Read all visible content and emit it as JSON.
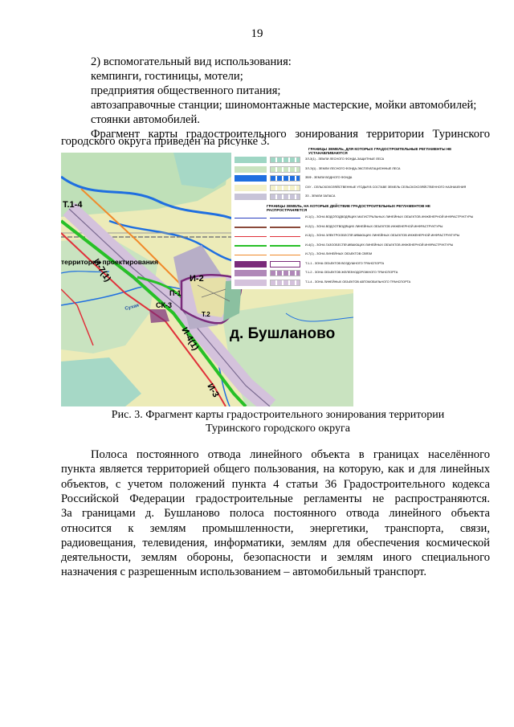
{
  "page_number": "19",
  "list_lines": [
    "2)  вспомогательный вид использования:",
    "кемпинги, гостиницы, мотели;",
    "предприятия общественного питания;",
    "автозаправочные станции; шиномонтажные мастерские, мойки автомобилей;",
    "стоянки автомобилей."
  ],
  "intro_lines": [
    "Фрагмент карты градостроительного зонирования территории Туринского",
    "городского округа приведен на рисунке 3."
  ],
  "figure": {
    "map_labels": {
      "t14": "Т.1-4",
      "i71": "И-7(1)",
      "territory": "территория проектирования",
      "i2": "И-2",
      "p1": "П-1",
      "sk": "СК-3",
      "t12": "Т.2",
      "i41": "И-4(1)",
      "i3": "И-3",
      "village": "д. Бушланово",
      "river": "Сухая"
    },
    "legend": {
      "header1": "ГРАНИЦЫ ЗЕМЕЛЬ, ДЛЯ КОТОРЫХ ГРАДОСТРОИТЕЛЬНЫЕ РЕГЛАМЕНТЫ НЕ УСТАНАВЛИВАЮТСЯ",
      "group1": [
        {
          "text": "ЗЛ-З(1) - ЗЕМЛИ ЛЕСНОГО ФОНДА-ЗАЩИТНЫЕ ЛЕСА",
          "color": "#9fd6c4"
        },
        {
          "text": "ЗЛ-Э(1) - ЗЕМЛИ ЛЕСНОГО ФОНДА-ЭКСПЛУАТАЦИОННЫЕ ЛЕСА",
          "color": "#c9e3c0"
        },
        {
          "text": "ЗВФ - ЗЕМЛИ ВОДНОГО ФОНДА",
          "color": "#1f6fe0"
        },
        {
          "text": "СХУ - СЕЛЬСКОХОЗЯЙСТВЕННЫЕ УГОДЬЯ В СОСТАВЕ ЗЕМЕЛЬ СЕЛЬСКОХОЗЯЙСТВЕННОГО НАЗНАЧЕНИЯ",
          "color": "#f4f1c8"
        },
        {
          "text": "ЗЗ - ЗЕМЛИ ЗАПАСА",
          "color": "#c8c4d8"
        }
      ],
      "header2": "ГРАНИЦЫ ЗЕМЕЛЬ, НА КОТОРЫЕ ДЕЙСТВИЕ ГРАДОСТРОИТЕЛЬНЫХ РЕГЛАМЕНТОВ НЕ РАСПРОСТРАНЯЕТСЯ",
      "group2": [
        {
          "text": "И-1(1) - ЗОНА ВОДОПОДВОДЯЩИХ МАГИСТРАЛЬНЫХ ЛИНЕЙНЫХ ОБЪЕКТОВ ИНЖЕНЕРНОЙ ИНФРАСТРУКТУРЫ",
          "color": "#2a3fbf"
        },
        {
          "text": "И-2(1) - ЗОНА ВОДООТВОДЯЩИХ ЛИНЕЙНЫХ ОБЪЕКТОВ ИНЖЕНЕРНОЙ ИНФРАСТРУКТУРЫ",
          "color": "#8b4a3a"
        },
        {
          "text": "И-3(1) - ЗОНА ЭЛЕКТРООБЕСПЕЧИВАЮЩИХ ЛИНЕЙНЫХ ОБЪЕКТОВ ИНЖЕНЕРНОЙ ИНФРАСТРУКТУРЫ",
          "color": "#e0303a"
        },
        {
          "text": "И-4(1) - ЗОНА ГАЗООБЕСПЕЧИВАЮЩИХ ЛИНЕЙНЫХ ОБЪЕКТОВ ИНЖЕНЕРНОЙ ИНФРАСТРУКТУРЫ",
          "color": "#27c027"
        },
        {
          "text": "И-7(1) - ЗОНА  ЛИНЕЙНЫХ ОБЪЕКТОВ СВЯЗИ",
          "color": "#f08a2a"
        },
        {
          "text": "Т.1-1 - ЗОНА ОБЪЕКТОВ ВОЗДУШНОГО ТРАНСПОРТА",
          "color": "#7a2a7a"
        },
        {
          "text": "Т.1-2 - ЗОНА ОБЪЕКТОВ ЖЕЛЕЗНОДОРОЖНОГО ТРАНСПОРТА",
          "color": "#b088b8"
        },
        {
          "text": "Т.1-4 - ЗОНА ЛИНЕЙНЫХ ОБЪЕКТОВ АВТОМОБИЛЬНОГО ТРАНСПОРТА",
          "color": "#d4c2dc"
        }
      ]
    },
    "caption_line1": "Рис. 3. Фрагмент карты градостроительного зонирования территории",
    "caption_line2": "Туринского городского округа"
  },
  "body_lines": [
    "Полоса постоянного отвода линейного объекта в границах населённого",
    "пункта является территорией общего пользования, на которую, как и для линейных",
    "объектов, с учетом положений пункта 4 статьи 36 Градостроительного кодекса",
    "Российской Федерации градостроительные регламенты не распространяются.",
    "За границами д. Бушланово полоса постоянного отвода линейного объекта",
    "относится к землям промышленности, энергетики, транспорта, связи,",
    "радиовещания, телевидения, информатики, землям для обеспечения космической",
    "деятельности, землям обороны, безопасности и землям иного специального",
    "назначения с разрешенным использованием – автомобильный транспорт."
  ]
}
